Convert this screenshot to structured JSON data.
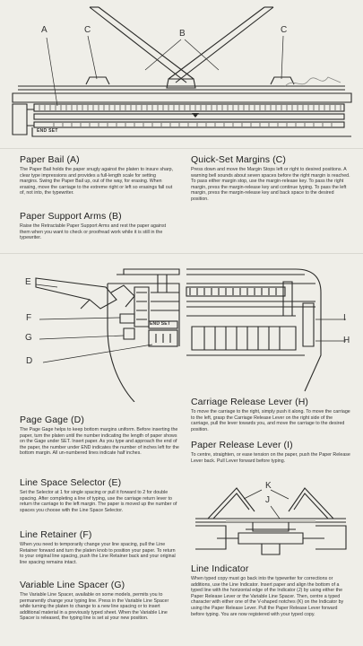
{
  "fig1": {
    "labels": {
      "a": "A",
      "b": "B",
      "c1": "C",
      "c2": "C"
    },
    "scale_text": "END SET"
  },
  "fig2": {
    "labels": {
      "e": "E",
      "f": "F",
      "g": "G",
      "d": "D",
      "i": "I",
      "h": "H"
    },
    "scale_text": "END SET"
  },
  "fig3": {
    "labels": {
      "k": "K",
      "j": "J"
    }
  },
  "sections": {
    "paper_bail": {
      "title": "Paper Bail (A)",
      "body": "The Paper Bail holds the paper snugly against the platen to insure sharp, clear type impressions and provides a full-length scale for setting margins. Swing the Paper Bail up, out of the way, for erasing. When erasing, move the carriage to the extreme right or left so erasings fall out of, not into, the typewriter."
    },
    "support_arms": {
      "title": "Paper Support Arms (B)",
      "body": "Raise the Retractable Paper Support Arms and rest the paper against them when you want to check or proofread work while it is still in the typewriter."
    },
    "quick_set": {
      "title": "Quick-Set Margins (C)",
      "body": "Press down and move the Margin Stops left or right to desired positions. A warning bell sounds about seven spaces before the right margin is reached. To pass either margin stop, use the margin-release key. To pass the right margin, press the margin-release key and continue typing. To pass the left margin, press the margin-release key and back space to the desired position."
    },
    "page_gage": {
      "title": "Page Gage (D)",
      "body": "The Page Gage helps to keep bottom margins uniform. Before inserting the paper, turn the platen until the number indicating the length of paper shows on the Gage under SET. Insert paper. As you type and approach the end of the paper, the number under END indicates the number of inches left for the bottom margin. All un-numbered lines indicate half inches."
    },
    "line_space": {
      "title": "Line Space Selector (E)",
      "body": "Set the Selector at 1 for single spacing or pull it forward to 2 for double spacing. After completing a line of typing, use the carriage return lever to return the carriage to the left margin. The paper is moved up the number of spaces you choose with the Line Space Selector."
    },
    "line_retainer": {
      "title": "Line Retainer (F)",
      "body": "When you need to temporarily change your line spacing, pull the Line Retainer forward and turn the platen knob to position your paper. To return to your original line spacing, push the Line Retainer back and your original line spacing remains intact."
    },
    "variable_spacer": {
      "title": "Variable Line Spacer (G)",
      "body": "The Variable Line Spacer, available on some models, permits you to permanently change your typing line. Press in the Variable Line Spacer while turning the platen to change to a new line spacing or to insert additional material in a previously typed sheet. When the Variable Line Spacer is released, the typing line is set at your new position."
    },
    "carriage_release": {
      "title": "Carriage Release Lever (H)",
      "body": "To move the carriage to the right, simply push it along. To move the carriage to the left, grasp the Carriage Release Lever on the right side of the carriage, pull the lever towards you, and move the carriage to the desired position."
    },
    "paper_release": {
      "title": "Paper Release Lever (I)",
      "body": "To centre, straighten, or ease tension on the paper, push the Paper Release Lever back. Pull Lever forward before typing."
    },
    "line_indicator": {
      "title": "Line Indicator",
      "body": "When typed copy must go back into the typewriter for corrections or additions, use the Line Indicator. Insert paper and align the bottom of a typed line with the horizontal edge of the Indicator (J) by using either the Paper Release Lever or the Variable Line Spacer. Then, centre a typed character with either one of the V-shaped notches (K) on the Indicator by using the Paper Release Lever. Pull the Paper Release Lever forward before typing. You are now registered with your typed copy."
    }
  }
}
